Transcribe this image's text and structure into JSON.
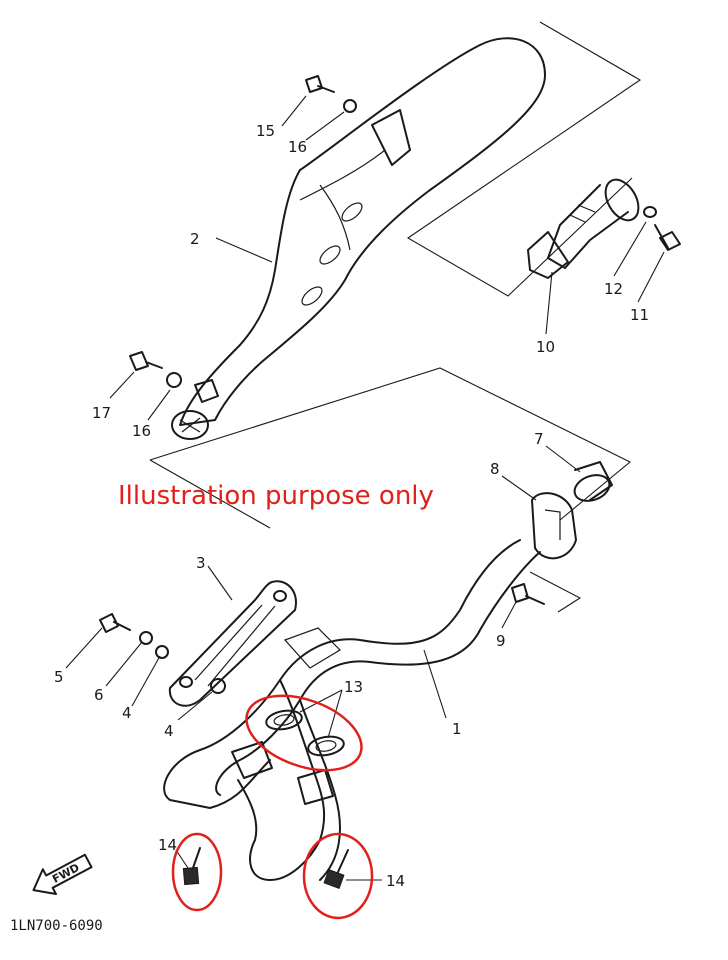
{
  "diagram": {
    "callouts": {
      "p1": "1",
      "p2": "2",
      "p3": "3",
      "p4a": "4",
      "p4b": "4",
      "p5": "5",
      "p6": "6",
      "p7": "7",
      "p8": "8",
      "p9": "9",
      "p10": "10",
      "p11": "11",
      "p12": "12",
      "p13": "13",
      "p14a": "14",
      "p14b": "14",
      "p15": "15",
      "p16a": "16",
      "p16b": "16",
      "p17": "17"
    },
    "note": "Illustration purpose only",
    "fwd_label": "FWD",
    "drawing_code": "1LN700-6090",
    "highlight_color": "#e0211b"
  }
}
